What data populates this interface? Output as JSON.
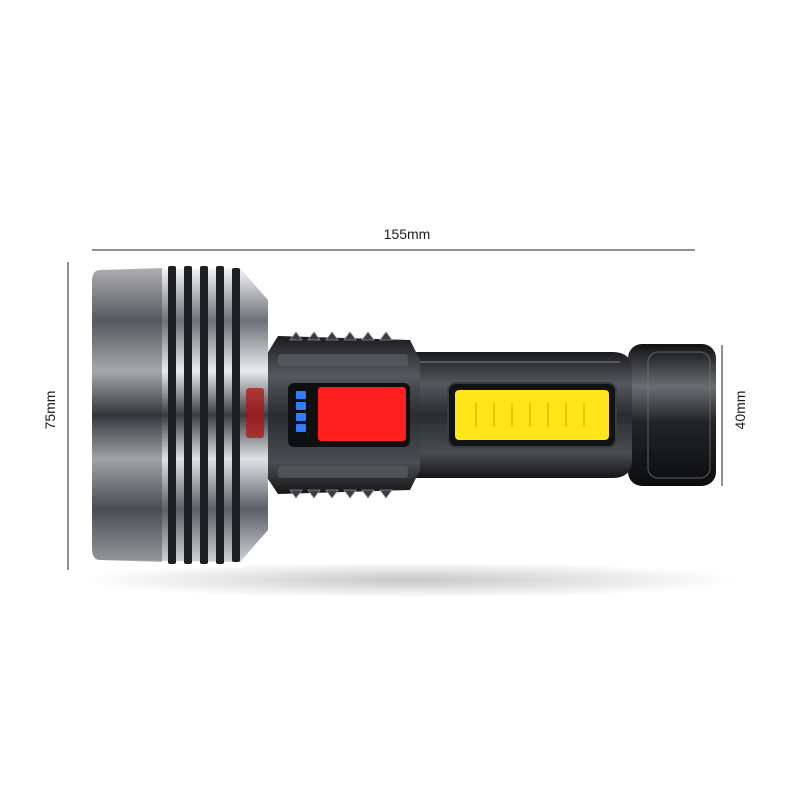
{
  "dimensions": {
    "length": "155mm",
    "height": "75mm",
    "width": "40mm"
  },
  "product": {
    "battery_indicator_levels": 4,
    "colors": {
      "body": "#2b2d30",
      "chrome": "#c9ccd1",
      "red_light": "#ff1f1f",
      "cob_light": "#ffe51a",
      "indicator_blue": "#2f7dff"
    }
  },
  "icons": [
    "flashlight-illustration",
    "dimension-line"
  ]
}
